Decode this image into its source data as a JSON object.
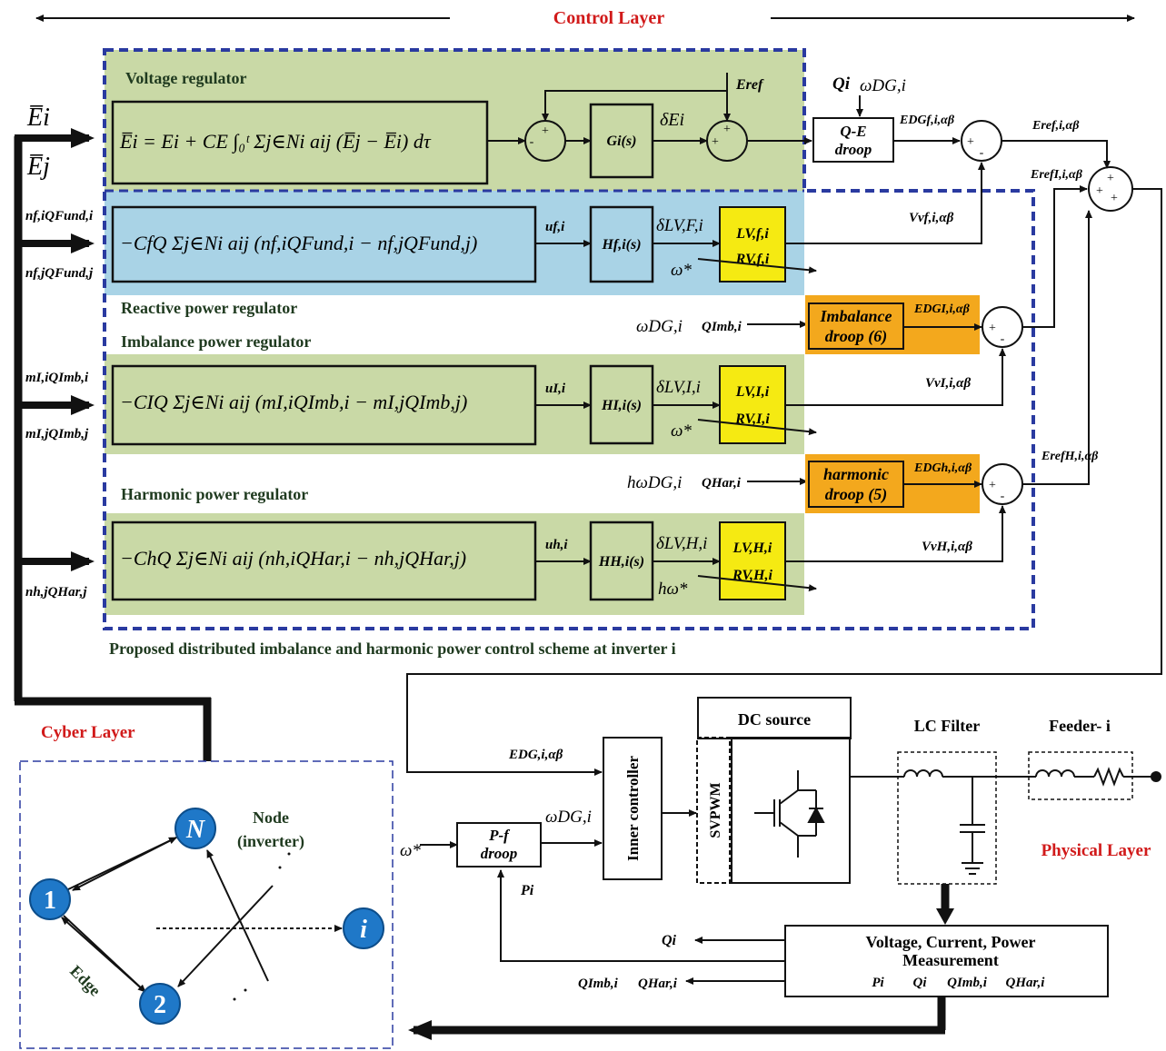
{
  "layers": {
    "control": "Control Layer",
    "cyber": "Cyber Layer",
    "physical": "Physical Layer"
  },
  "colors": {
    "band_green": "#c9d9a6",
    "band_blue": "#a9d3e6",
    "yellow": "#f5ea12",
    "orange": "#f3a81d",
    "dashed_blue": "#2a3aa0",
    "node_blue": "#1f78c8",
    "title_red": "#d11a1a"
  },
  "regulators": {
    "voltage": "Voltage regulator",
    "reactive": "Reactive power regulator",
    "imbalance": "Imbalance power regulator",
    "harmonic": "Harmonic power regulator",
    "caption": "Proposed distributed imbalance and harmonic power control scheme at inverter i"
  },
  "inputs": {
    "E_bar_i": "E̅i",
    "E_bar_j": "E̅j",
    "nf_i": "nf,iQFund,i",
    "nf_j": "nf,jQFund,j",
    "mI_i": "mI,iQImb,i",
    "mI_j": "mI,jQImb,j",
    "nh_j": "nh,jQHar,j"
  },
  "equations": {
    "voltage": "E̅i = Ei + CE ∫₀ᵗ Σj∈Ni aij (E̅j − E̅i) dτ",
    "reactive": "−CfQ Σj∈Ni aij (nf,iQFund,i − nf,jQFund,j)",
    "imbalance": "−CIQ Σj∈Ni aij (mI,iQImb,i − mI,jQImb,j)",
    "harmonic": "−ChQ Σj∈Ni aij (nh,iQHar,i − nh,jQHar,j)"
  },
  "blocks": {
    "G": "Gi(s)",
    "Hf": "Hf,i(s)",
    "HI": "HI,i(s)",
    "HH": "HH,i(s)",
    "QE_droop": [
      "Q-E",
      "droop"
    ],
    "imb_droop": [
      "Imbalance",
      "droop (6)"
    ],
    "har_droop": [
      "harmonic",
      "droop (5)"
    ],
    "Pf_droop": [
      "P-f",
      "droop"
    ],
    "inner": "Inner controller",
    "svpwm": "SVPWM",
    "dc": "DC source",
    "lc": "LC Filter",
    "feeder": "Feeder- i",
    "meas": [
      "Voltage, Current, Power",
      "Measurement"
    ]
  },
  "lr_blocks": {
    "f": [
      "LV,f,i",
      "RV,f,i"
    ],
    "I": [
      "LV,I,i",
      "RV,I,i"
    ],
    "H": [
      "LV,H,i",
      "RV,H,i"
    ]
  },
  "signals": {
    "Eref": "Eref",
    "dEi": "δEi",
    "Qi": "Qi",
    "wDG": "ωDG,i",
    "E_DGf": "EDGf,i,αβ",
    "E_ref_i": "Eref,i,αβ",
    "E_refI": "ErefI,i,αβ",
    "E_refH": "ErefH,i,αβ",
    "V_vf": "Vvf,i,αβ",
    "V_vI": "VvI,i,αβ",
    "V_vH": "VvH,i,αβ",
    "uf": "uf,i",
    "uI": "uI,i",
    "uh": "uh,i",
    "dLf": "δLV,F,i",
    "dLI": "δLV,I,i",
    "dLH": "δLV,H,i",
    "wstar": "ω*",
    "hwstar": "hω*",
    "wDG_imb": "ωDG,i",
    "QImb": "QImb,i",
    "hwDG": "hωDG,i",
    "QHar": "QHar,i",
    "E_DGI": "EDGI,i,αβ",
    "E_DGh": "EDGh,i,αβ",
    "E_DG": "EDG,i,αβ",
    "wstar_in": "ω*",
    "wDG_out": "ωDG,i",
    "Pi": "Pi",
    "Qi_out": "Qi",
    "QImb_out": "QImb,i",
    "QHar_out": "QHar,i",
    "meas_outs": [
      "Pi",
      "Qi",
      "QImb,i",
      "QHar,i"
    ]
  },
  "cyber": {
    "node_label": [
      "Node",
      "(inverter)"
    ],
    "edge_label": "Edge",
    "nodes": [
      "N",
      "1",
      "2",
      "i"
    ]
  }
}
